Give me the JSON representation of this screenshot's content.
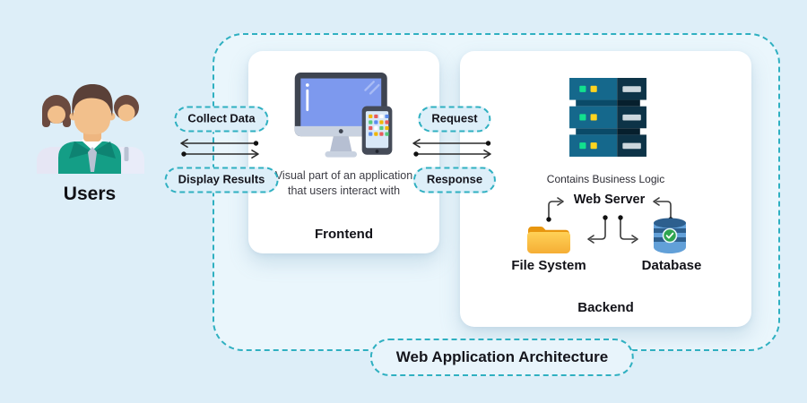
{
  "title": "Web Application Architecture",
  "users": {
    "label": "Users"
  },
  "flows": {
    "user_frontend": {
      "top": "Collect Data",
      "bottom": "Display Results"
    },
    "frontend_backend": {
      "top": "Request",
      "bottom": "Response"
    }
  },
  "frontend": {
    "description": "Visual part of an application that users interact with",
    "label": "Frontend"
  },
  "backend": {
    "caption": "Contains Business Logic",
    "web_server": "Web Server",
    "file_system": "File System",
    "database": "Database",
    "label": "Backend"
  },
  "colors": {
    "background": "#ddeef8",
    "inner_background": "#eaf6fc",
    "dashed_teal": "#2fb0c1",
    "arrow": "#2b2b2b",
    "card": "#ffffff",
    "shirt_teal": "#149e86",
    "server_blue": "#15688c",
    "server_dark": "#0d3347",
    "folder_orange": "#f5ae35",
    "database_blue": "#62a0d8"
  }
}
